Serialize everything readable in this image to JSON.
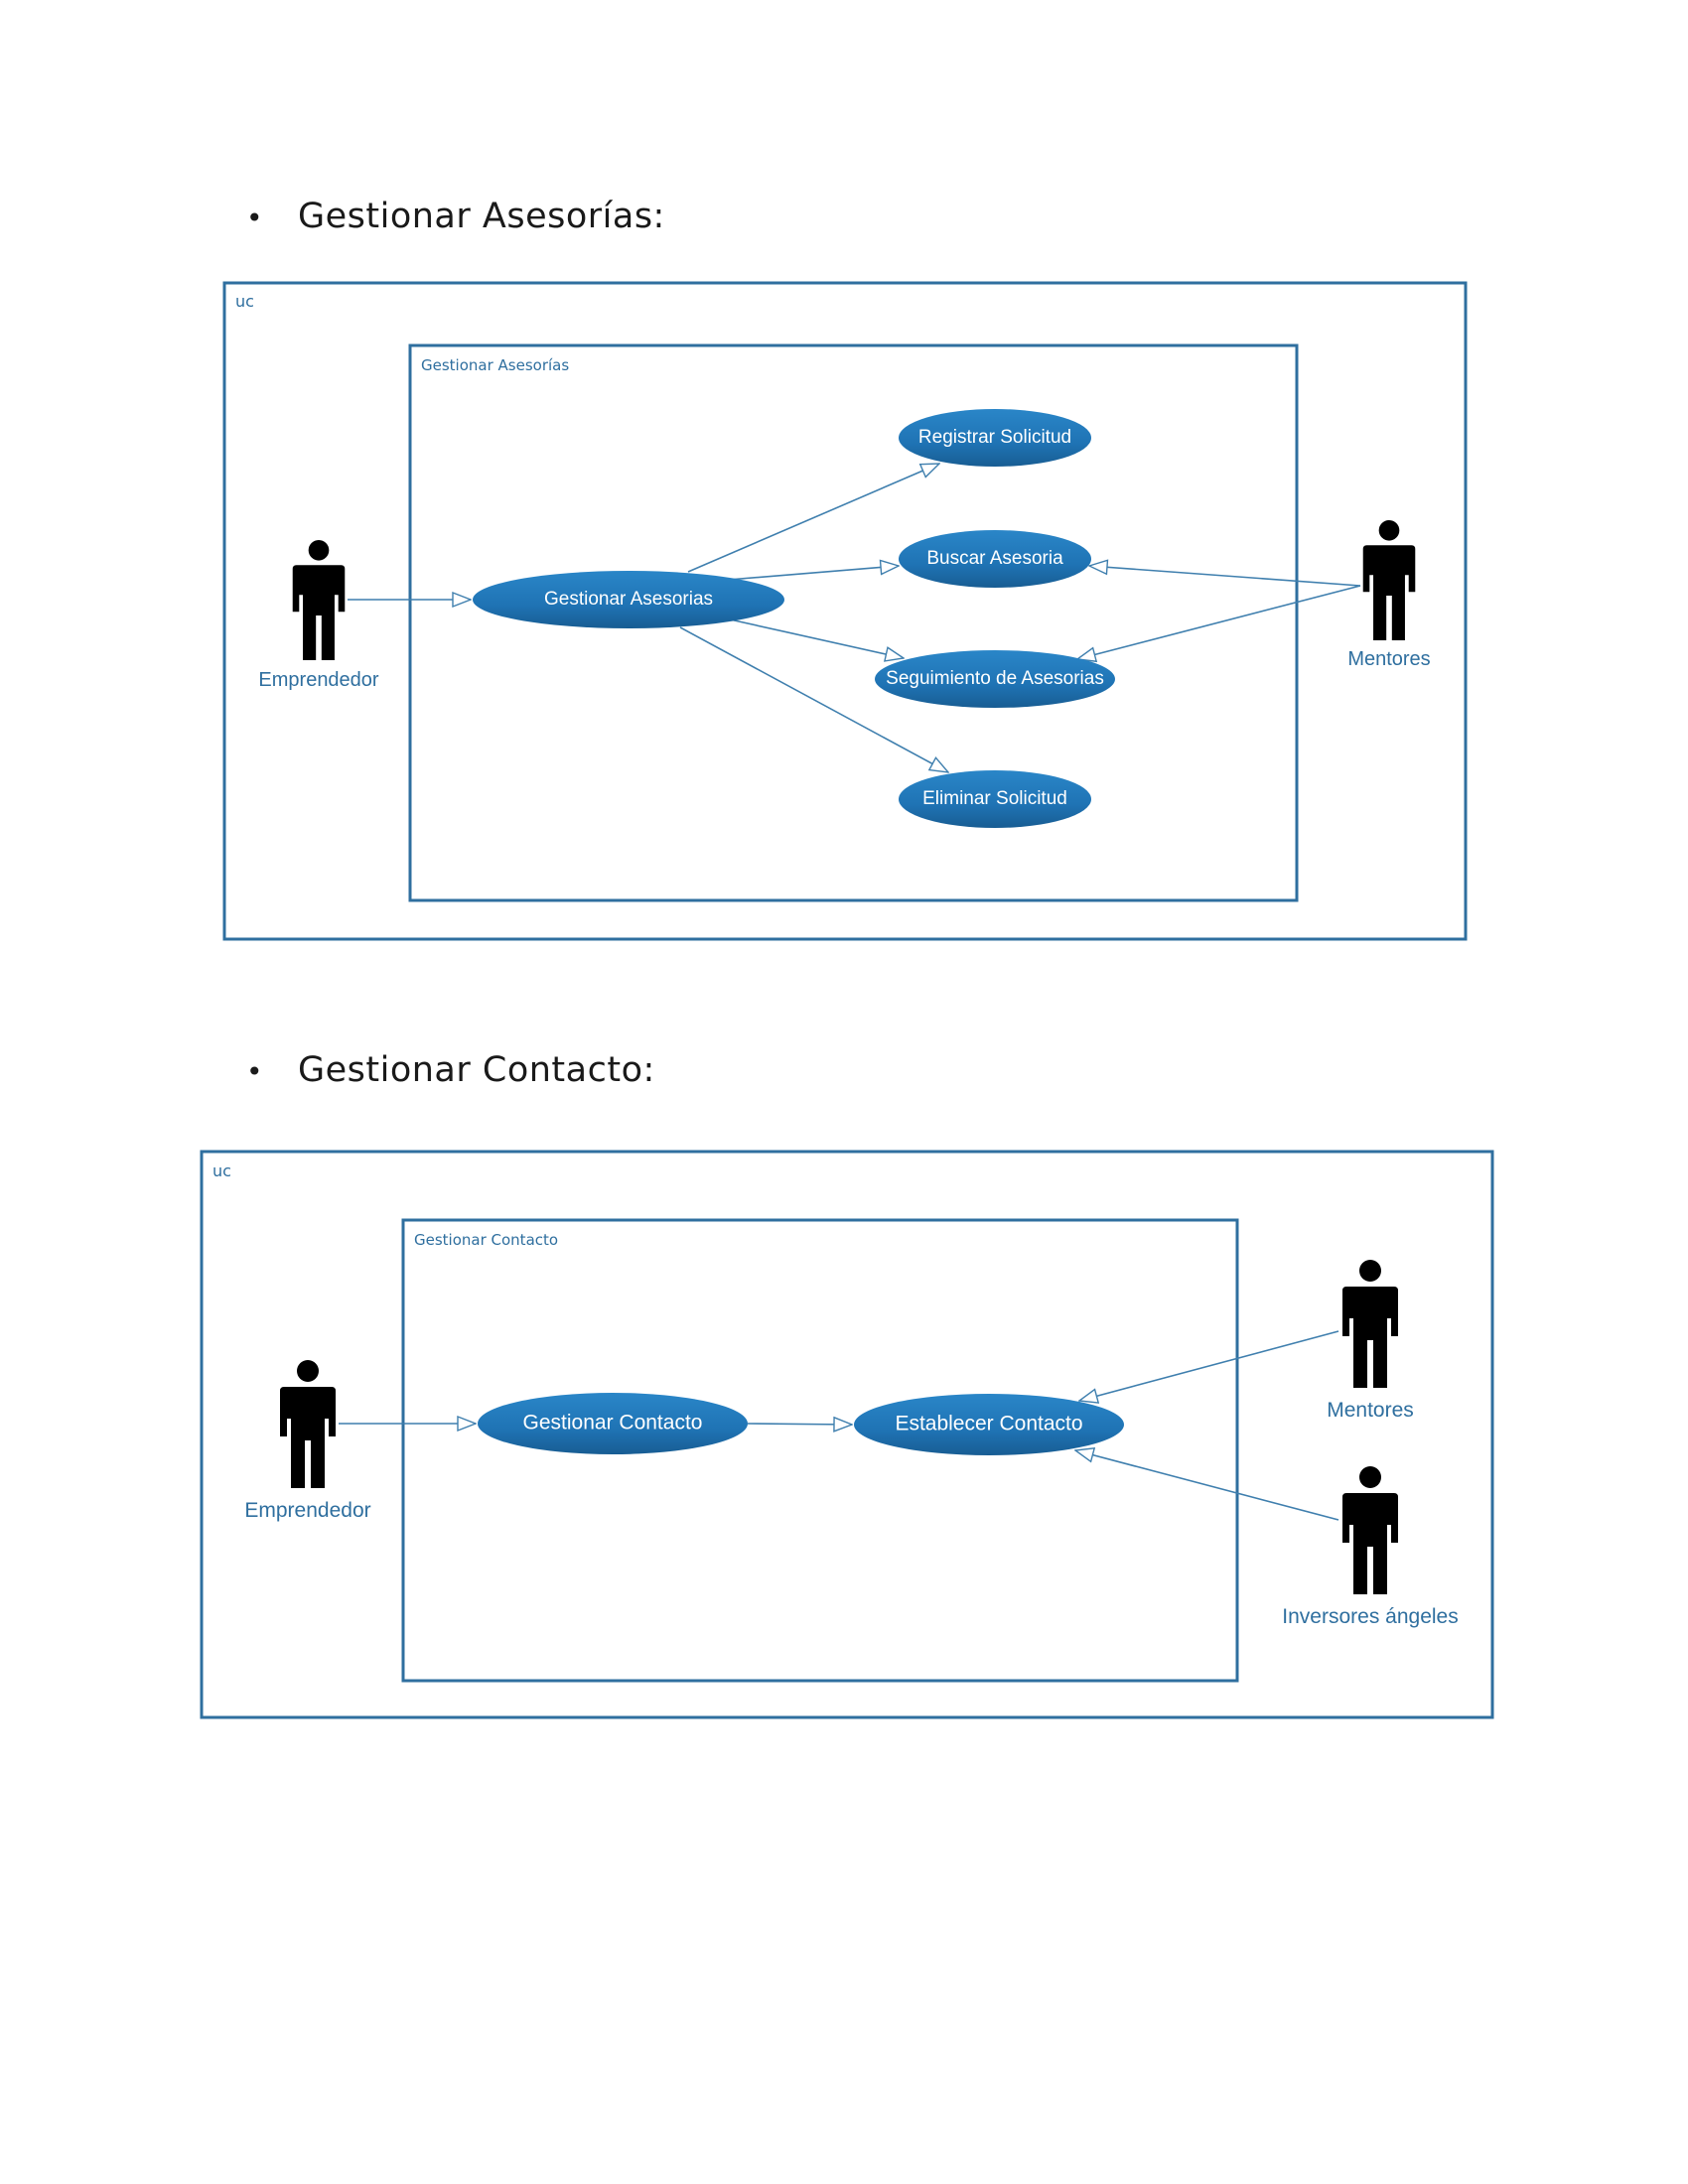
{
  "sections": [
    {
      "heading": "Gestionar Asesorías:",
      "frame_label": "uc",
      "system_label": "Gestionar Asesorías",
      "use_cases": {
        "main": "Gestionar Asesorias",
        "registrar": "Registrar Solicitud",
        "buscar": "Buscar Asesoria",
        "seguimiento": "Seguimiento de Asesorias",
        "eliminar": "Eliminar Solicitud"
      },
      "actors": {
        "emprendedor": "Emprendedor",
        "mentores": "Mentores"
      }
    },
    {
      "heading": "Gestionar Contacto:",
      "frame_label": "uc",
      "system_label": "Gestionar Contacto",
      "use_cases": {
        "main": "Gestionar Contacto",
        "establecer": "Establecer Contacto"
      },
      "actors": {
        "emprendedor": "Emprendedor",
        "mentores": "Mentores",
        "inversores": "Inversores ángeles"
      }
    }
  ],
  "colors": {
    "frame": "#2f6f9f",
    "use_case_fill": "#1f73b4",
    "actor": "#1e6fa8"
  },
  "icons": {
    "bullet": "•"
  }
}
